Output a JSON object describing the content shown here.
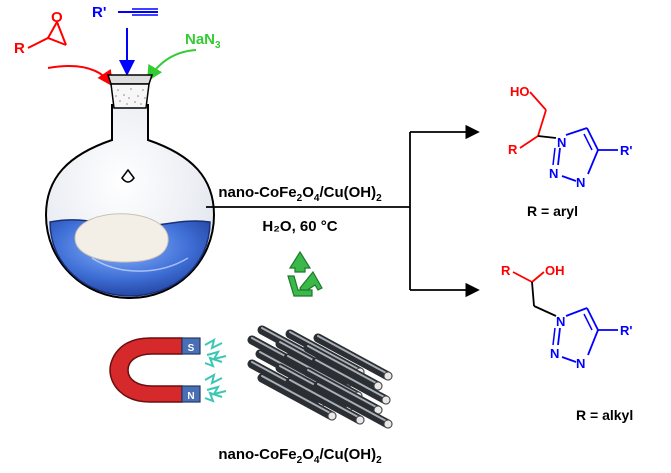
{
  "reagents": {
    "epoxide_substituent": "R",
    "alkyne_substituent": "R'",
    "azide": {
      "base": "NaN",
      "sub": "3"
    }
  },
  "conditions": {
    "catalyst": {
      "parts": [
        "nano-CoFe",
        "2",
        "O",
        "4",
        "/Cu(OH)",
        "2"
      ]
    },
    "solvent_temp": "H₂O, 60 °C"
  },
  "products": {
    "top": {
      "label": "R = aryl",
      "oh": "HO",
      "r": "R",
      "r_prime": "R'",
      "atoms": [
        "N",
        "N",
        "N"
      ]
    },
    "bottom": {
      "label": "R = alkyl",
      "oh": "OH",
      "r": "R",
      "r_prime": "R'",
      "atoms": [
        "N",
        "N",
        "N"
      ]
    }
  },
  "magnet": {
    "pole_s": "S",
    "pole_n": "N"
  },
  "footer": {
    "parts": [
      "nano-CoFe",
      "2",
      "O",
      "4",
      "/Cu(OH)",
      "2"
    ]
  },
  "colors": {
    "epoxide": "#ff0000",
    "alkyne": "#0000ff",
    "azide": "#33cc33",
    "triazole": "#0000ff",
    "flask_liquid": "#4a7fd8",
    "recycle": "#3bb84a",
    "magnet": "#d6292b"
  },
  "icons": [
    "round-bottom-flask-icon",
    "recycle-icon",
    "horseshoe-magnet-icon",
    "nanotube-bundle-icon"
  ]
}
